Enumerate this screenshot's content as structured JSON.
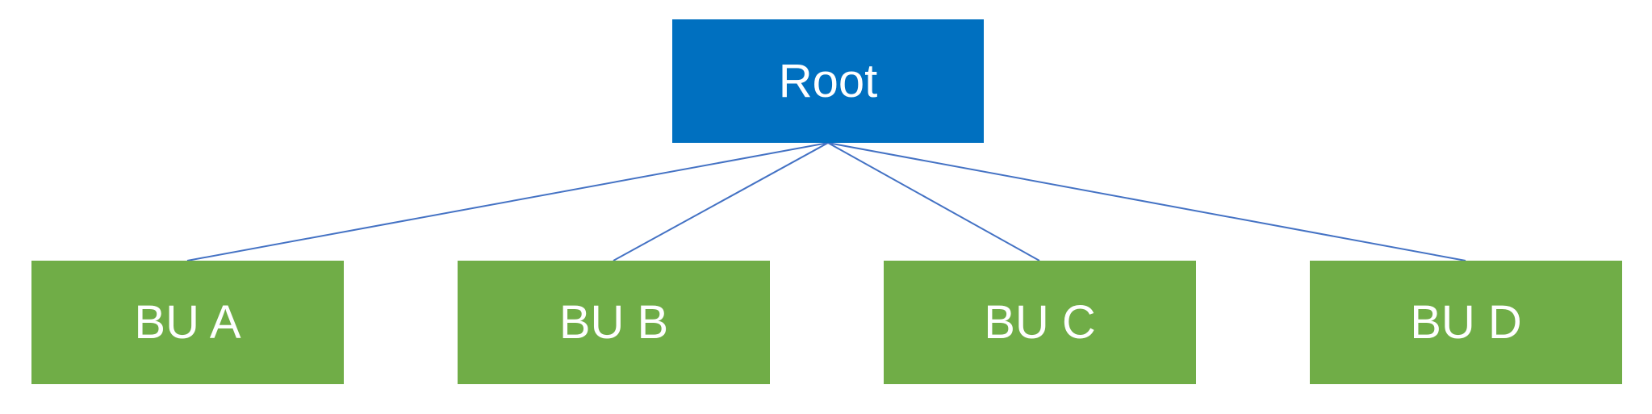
{
  "root": {
    "label": "Root",
    "color": "#0070C0"
  },
  "children": [
    {
      "label": "BU A",
      "color": "#70AD47"
    },
    {
      "label": "BU B",
      "color": "#70AD47"
    },
    {
      "label": "BU C",
      "color": "#70AD47"
    },
    {
      "label": "BU D",
      "color": "#70AD47"
    }
  ],
  "connector_color": "#4472C4"
}
